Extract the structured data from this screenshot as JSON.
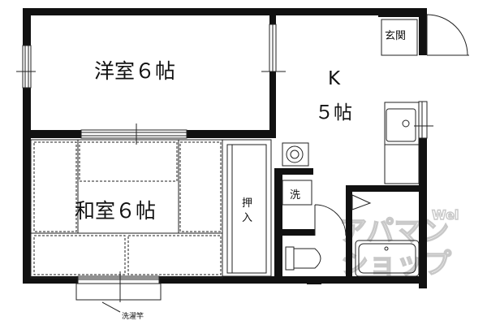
{
  "rooms": {
    "western_room": "洋室６帖",
    "japanese_room": "和室６帖",
    "kitchen_k": "K",
    "kitchen_size": "５帖",
    "entrance": "玄関",
    "closet_line1": "押",
    "closet_line2": "入",
    "washer": "洗"
  },
  "annotations": {
    "laundry_pole": "洗濯竿"
  },
  "watermark": {
    "line1": "アパマン",
    "line2": "ショップ",
    "side": "Wel"
  },
  "colors": {
    "wall": "#111111",
    "line": "#222222",
    "watermark": "#c8c8c8"
  }
}
